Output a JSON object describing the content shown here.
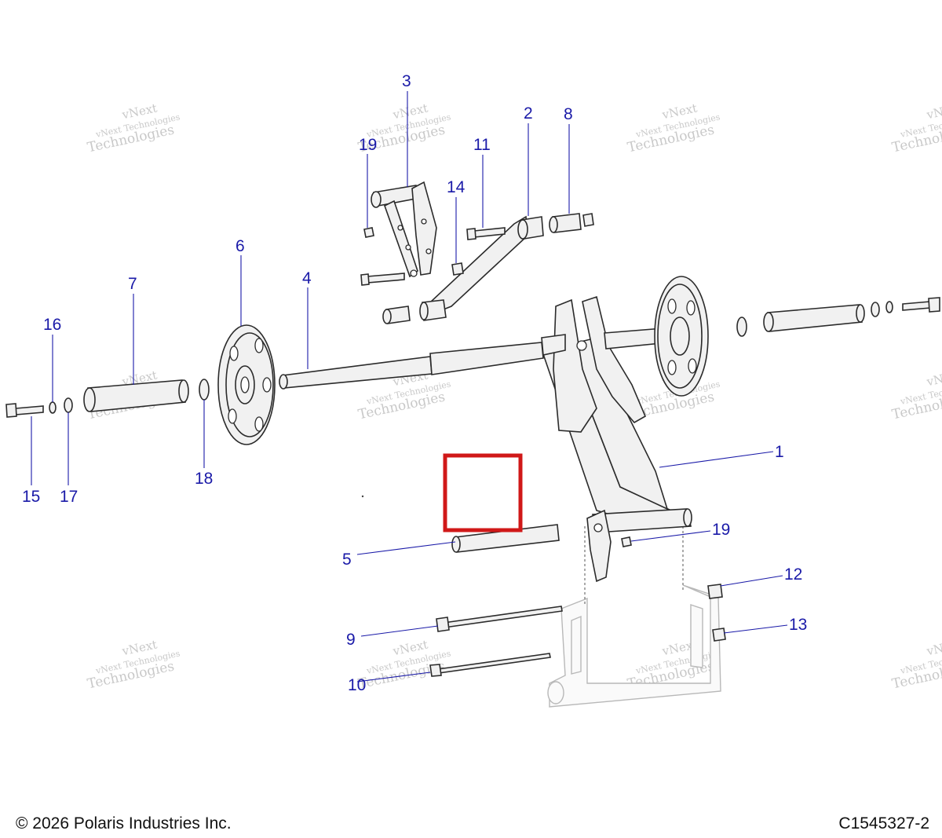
{
  "footer": {
    "copyright": "© 2026 Polaris Industries Inc.",
    "part_number": "C1545327-2"
  },
  "watermark": {
    "line1": "vNext",
    "line2": "vNext Technologies",
    "line3": "Technologies"
  },
  "callouts": {
    "c1": "1",
    "c2": "2",
    "c3": "3",
    "c4": "4",
    "c5": "5",
    "c6": "6",
    "c7": "7",
    "c8": "8",
    "c9": "9",
    "c10": "10",
    "c11": "11",
    "c12": "12",
    "c13": "13",
    "c14": "14",
    "c15": "15",
    "c16": "16",
    "c17": "17",
    "c18": "18",
    "c19a": "19",
    "c19b": "19"
  },
  "colors": {
    "callout": "#1a1aa8",
    "highlight": "#d01818",
    "watermark": "#c9c9c9"
  }
}
